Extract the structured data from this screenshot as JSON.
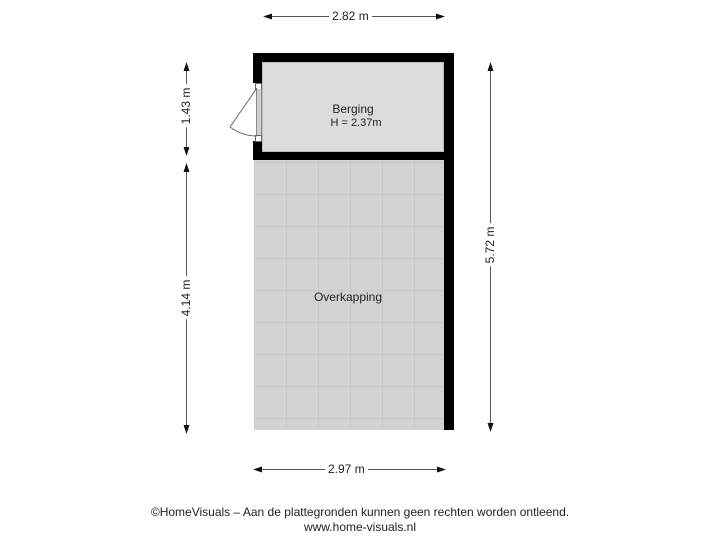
{
  "dimensions": {
    "top_width": "2.82 m",
    "bottom_width": "2.97 m",
    "left_upper_height": "1.43 m",
    "left_lower_height": "4.14 m",
    "right_total_height": "5.72 m"
  },
  "rooms": {
    "storage": {
      "name": "Berging",
      "height": "H = 2.37m"
    },
    "canopy": {
      "name": "Overkapping"
    }
  },
  "footer": {
    "disclaimer": "©HomeVisuals – Aan de plattegronden kunnen geen rechten worden ontleend.",
    "website": "www.home-visuals.nl"
  },
  "colors": {
    "wall": "#000000",
    "storage_floor": "#dcdcdc",
    "canopy_floor": "#d2d2d2",
    "tile_line": "#c6c6c6"
  }
}
